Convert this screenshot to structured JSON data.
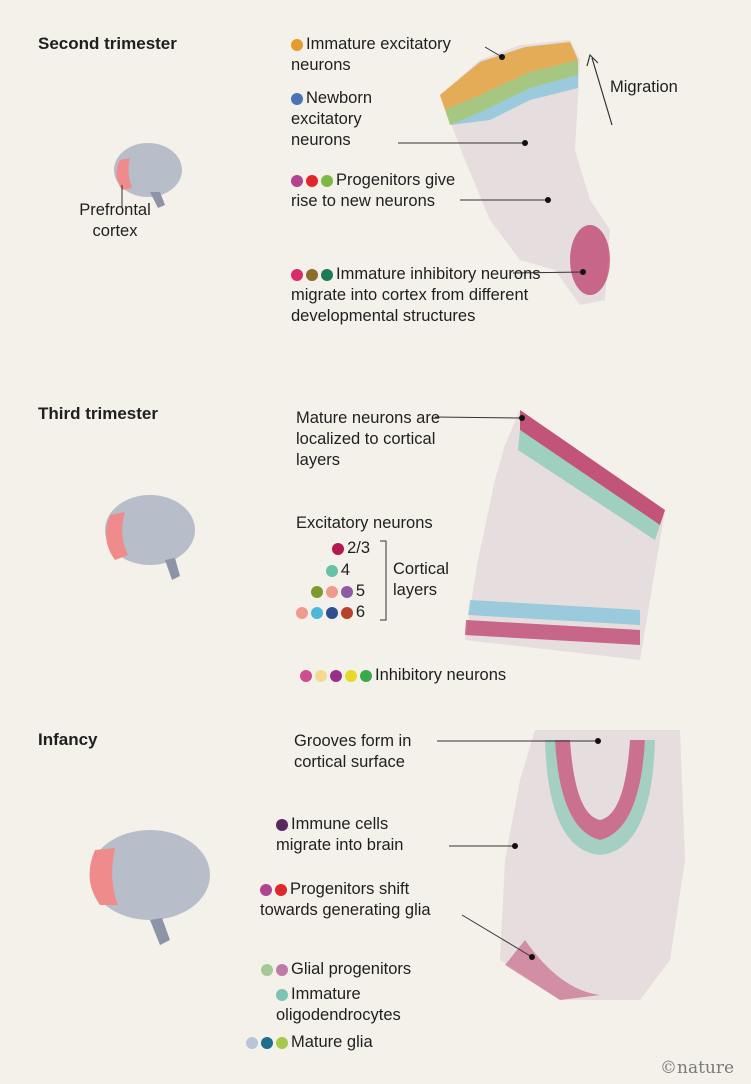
{
  "sections": {
    "second": {
      "title": "Second trimester",
      "brain_label": "Prefrontal cortex",
      "migration": "Migration",
      "labels": [
        {
          "text": "Immature excitatory neurons",
          "dots": [
            "#e39b2a"
          ]
        },
        {
          "text": "Newborn excitatory neurons",
          "dots": [
            "#4b74b5"
          ]
        },
        {
          "text": "Progenitors give rise to new neurons",
          "dots": [
            "#b0458d",
            "#e0262d",
            "#7cb944"
          ]
        },
        {
          "text": "Immature inhibitory neurons migrate into cortex from different developmental structures",
          "dots": [
            "#d92a6a",
            "#8a6c2b",
            "#1d7a57"
          ]
        }
      ]
    },
    "third": {
      "title": "Third trimester",
      "mature": "Mature neurons are localized to cortical layers",
      "excitatory": "Excitatory neurons",
      "cortical_layers": "Cortical layers",
      "layers": [
        {
          "name": "2/3",
          "dots": [
            "#b3184f"
          ]
        },
        {
          "name": "4",
          "dots": [
            "#66c2a5"
          ]
        },
        {
          "name": "5",
          "dots": [
            "#7e9a2e",
            "#ef9a8f",
            "#8e5aa4"
          ]
        },
        {
          "name": "6",
          "dots": [
            "#ef9a8f",
            "#4fb8d8",
            "#2f4f8f",
            "#b8412a"
          ]
        }
      ],
      "inhibitory": {
        "text": "Inhibitory neurons",
        "dots": [
          "#cf4d8f",
          "#f4d98e",
          "#9a2f8a",
          "#e6db2a",
          "#3aa94a"
        ]
      }
    },
    "infancy": {
      "title": "Infancy",
      "grooves": "Grooves form in cortical surface",
      "labels": [
        {
          "text": "Immune cells migrate into brain",
          "dots": [
            "#5a2a5e"
          ]
        },
        {
          "text": "Progenitors shift towards generating glia",
          "dots": [
            "#b0458d",
            "#e0262d"
          ]
        },
        {
          "text": "Glial progenitors",
          "dots": [
            "#a7c995",
            "#c07aa8"
          ]
        },
        {
          "text": "Immature oligodendrocytes",
          "dots": [
            "#7ac3b5"
          ]
        },
        {
          "text": "Mature glia",
          "dots": [
            "#b8c5d6",
            "#1e6e8e",
            "#a6c94a"
          ]
        }
      ]
    }
  },
  "brand": "©nature"
}
